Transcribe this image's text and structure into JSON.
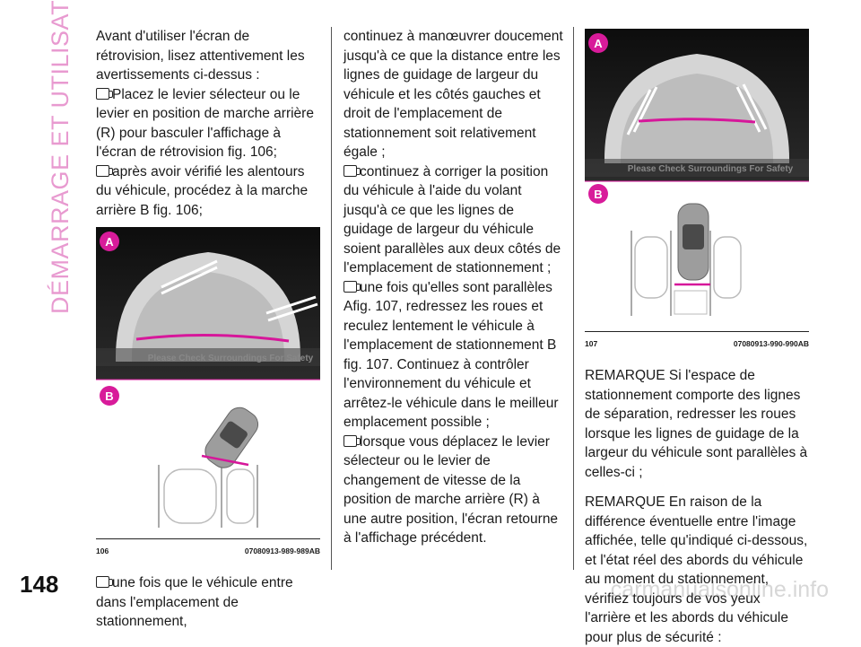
{
  "side_title": "DÉMARRAGE ET UTILISATION",
  "page_number": "148",
  "watermark": "carmanualsonline.info",
  "col1": {
    "intro": "Avant d'utiliser l'écran de rétrovision, lisez attentivement les avertissements ci-dessus :",
    "items": [
      "Placez le levier sélecteur ou le levier en position de marche arrière (R) pour basculer l'affichage à l'écran de rétrovision fig. 106;",
      "après avoir vérifié les alentours du véhicule, procédez à la marche arrière B fig. 106;"
    ],
    "after_figure": "une fois que le véhicule entre dans l'emplacement de stationnement,"
  },
  "fig106": {
    "label_a": "A",
    "label_b": "B",
    "overlay_text": "Please Check Surroundings For Safety",
    "number": "106",
    "ref": "07080913-989-989AB"
  },
  "col2": {
    "intro": "continuez à manœuvrer doucement jusqu'à ce que la distance entre les lignes de guidage de largeur du véhicule et les côtés gauches et droit de l'emplacement de stationnement soit relativement égale ;",
    "items": [
      "continuez à corriger la position du véhicule à l'aide du volant jusqu'à ce que les lignes de guidage de largeur du véhicule soient parallèles aux deux côtés de l'emplacement de stationnement ;",
      "une fois qu'elles sont parallèles Afig. 107, redressez les roues et reculez lentement le véhicule à l'emplacement de stationnement B fig. 107. Continuez à contrôler l'environnement du véhicule et arrêtez-le véhicule dans le meilleur emplacement possible ;",
      "lorsque vous déplacez le levier sélecteur ou le levier de changement de vitesse de la position de marche arrière (R) à une autre position, l'écran retourne à l'affichage précédent."
    ]
  },
  "fig107": {
    "label_a": "A",
    "label_b": "B",
    "overlay_text": "Please Check Surroundings For Safety",
    "number": "107",
    "ref": "07080913-990-990AB"
  },
  "col3": {
    "remark1": "REMARQUE Si l'espace de stationnement comporte des lignes de séparation, redresser les roues lorsque les lignes de guidage de la largeur du véhicule sont parallèles à celles-ci ;",
    "remark2": "REMARQUE En raison de la différence éventuelle entre l'image affichée, telle qu'indiqué ci-dessous, et l'état réel des abords du véhicule au moment du stationnement, vérifiez toujours de vos yeux l'arrière et les abords du véhicule pour plus de sécurité :"
  },
  "colors": {
    "accent_pink": "#e89ad0",
    "guide_line": "#d6179a",
    "badge": "#d81b9a"
  }
}
